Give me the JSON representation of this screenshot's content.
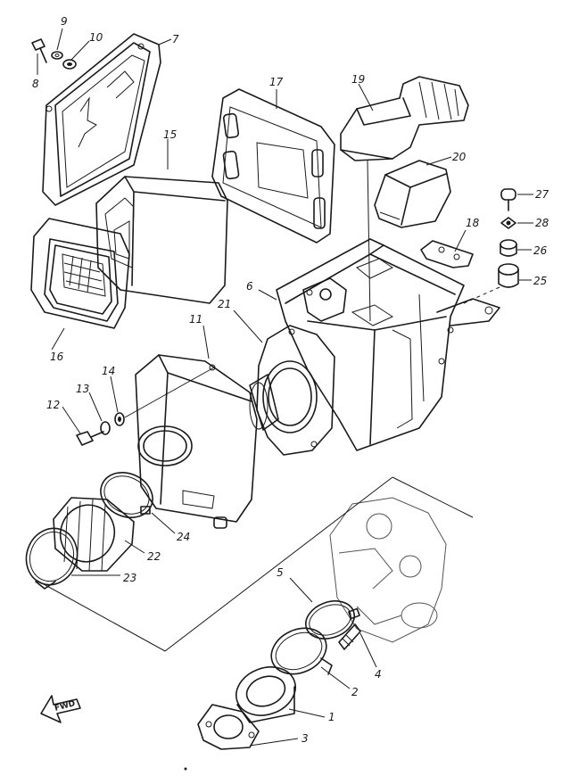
{
  "parts": [
    {
      "id": "1",
      "label": "1"
    },
    {
      "id": "2",
      "label": "2"
    },
    {
      "id": "3",
      "label": "3"
    },
    {
      "id": "4",
      "label": "4"
    },
    {
      "id": "5",
      "label": "5"
    },
    {
      "id": "6",
      "label": "6"
    },
    {
      "id": "7",
      "label": "7"
    },
    {
      "id": "8",
      "label": "8"
    },
    {
      "id": "9",
      "label": "9"
    },
    {
      "id": "10",
      "label": "10"
    },
    {
      "id": "11",
      "label": "11"
    },
    {
      "id": "12",
      "label": "12"
    },
    {
      "id": "13",
      "label": "13"
    },
    {
      "id": "14",
      "label": "14"
    },
    {
      "id": "15",
      "label": "15"
    },
    {
      "id": "16",
      "label": "16"
    },
    {
      "id": "17",
      "label": "17"
    },
    {
      "id": "18",
      "label": "18"
    },
    {
      "id": "19",
      "label": "19"
    },
    {
      "id": "20",
      "label": "20"
    },
    {
      "id": "21",
      "label": "21"
    },
    {
      "id": "22",
      "label": "22"
    },
    {
      "id": "23",
      "label": "23"
    },
    {
      "id": "24",
      "label": "24"
    },
    {
      "id": "25",
      "label": "25"
    },
    {
      "id": "26",
      "label": "26"
    },
    {
      "id": "27",
      "label": "27"
    },
    {
      "id": "28",
      "label": "28"
    }
  ],
  "direction_marker": {
    "label": "FWD"
  }
}
